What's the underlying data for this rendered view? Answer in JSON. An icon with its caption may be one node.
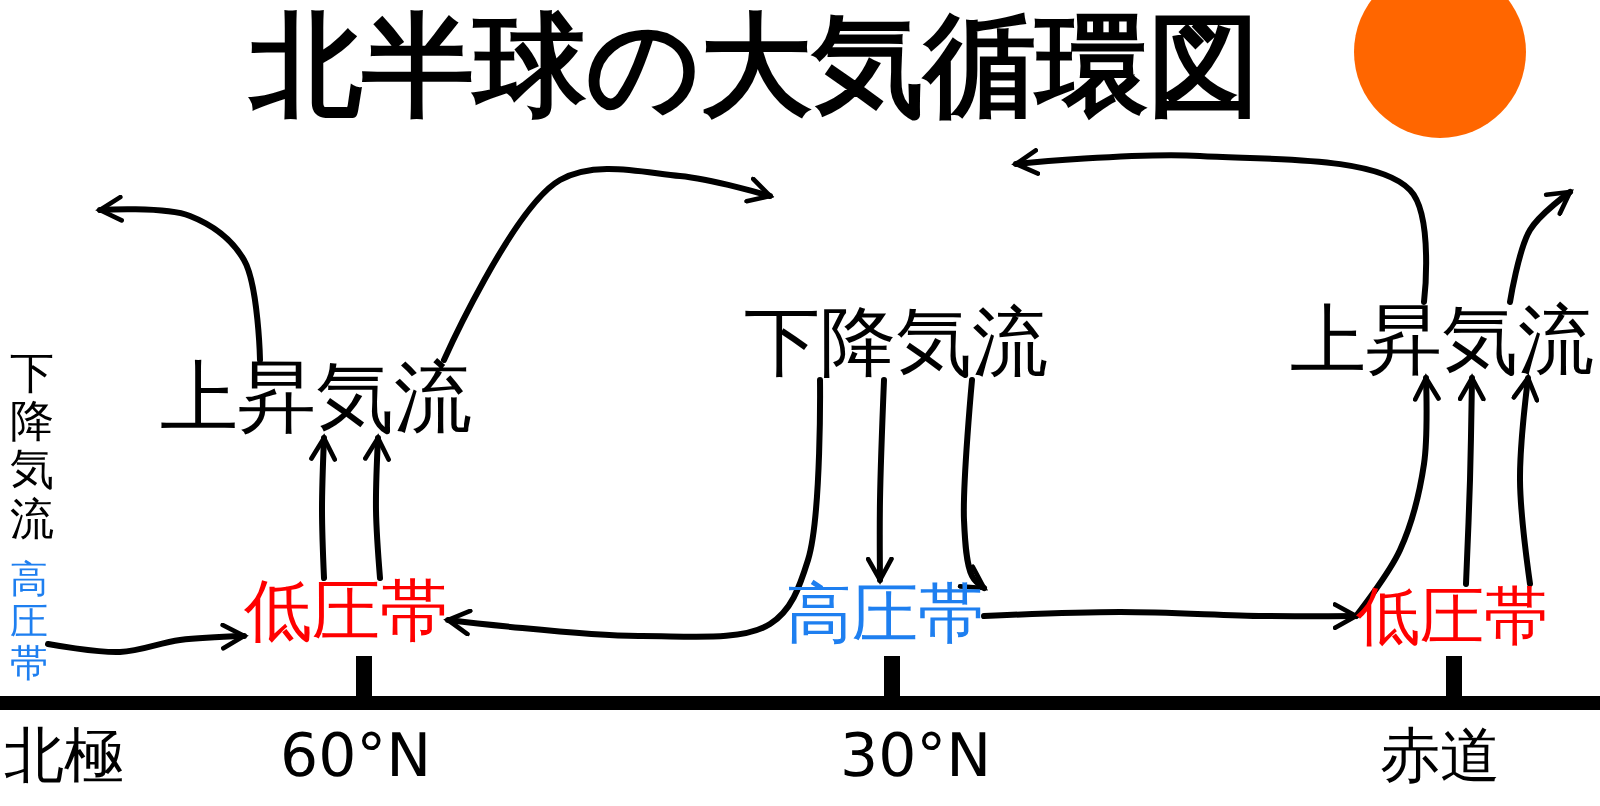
{
  "diagram": {
    "title": "北半球の大気循環図",
    "nodes": [
      {
        "text": [
          "下降気流"
        ]
      },
      {
        "text": [
          "高圧帯"
        ]
      },
      {
        "text": [
          "上昇気流"
        ]
      },
      {
        "text": [
          "低圧帯"
        ]
      },
      {
        "text": [
          "下降気流"
        ]
      },
      {
        "text": [
          "高圧帯"
        ]
      },
      {
        "text": [
          "上昇気流"
        ]
      },
      {
        "text": [
          "低圧帯"
        ]
      },
      {
        "text": [],
        "shape": "circle"
      }
    ],
    "edges": [
      {
        "from": 1,
        "to": 3,
        "arrow": "to"
      },
      {
        "from": 3,
        "to": 2,
        "arrow": "to"
      },
      {
        "from": 3,
        "to": 2,
        "arrow": "to"
      },
      {
        "from": 2,
        "to": null,
        "arrow": "to"
      },
      {
        "from": 2,
        "to": null,
        "arrow": "to"
      },
      {
        "from": 4,
        "to": 3,
        "arrow": "to"
      },
      {
        "from": 4,
        "to": 5,
        "arrow": "to"
      },
      {
        "from": 4,
        "to": 5,
        "arrow": "to"
      },
      {
        "from": 5,
        "to": 7,
        "arrow": "to"
      },
      {
        "from": 7,
        "to": 6,
        "arrow": "to"
      },
      {
        "from": 7,
        "to": 6,
        "arrow": "to"
      },
      {
        "from": 7,
        "to": 6,
        "arrow": "to"
      },
      {
        "from": 6,
        "to": null,
        "arrow": "to"
      },
      {
        "from": 6,
        "to": null,
        "arrow": "to"
      }
    ],
    "labels": [
      "北極",
      "60°N",
      "30°N",
      "赤道"
    ]
  }
}
